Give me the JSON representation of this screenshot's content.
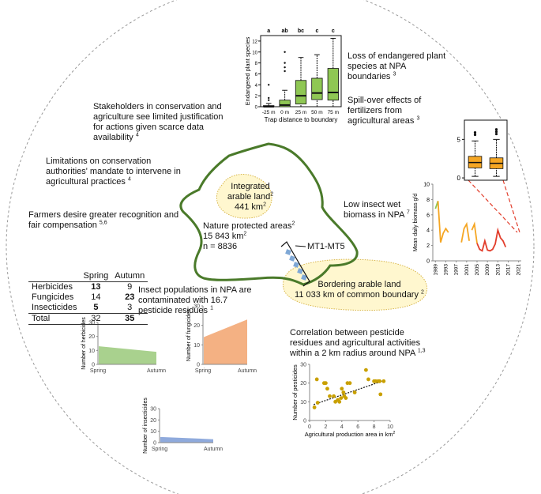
{
  "texts": {
    "loss_endangered": "Loss of endangered plant species at NPA boundaries",
    "loss_endangered_ref": "3",
    "spillover": "Spill-over effects of fertilizers from agricultural areas",
    "spillover_ref": "3",
    "stakeholders": "Stakeholders in conservation and agriculture see limited justification for actions given scarce data availability",
    "stakeholders_ref": "4",
    "limitations": "Limitations on conservation authorities' mandate to intervene in agricultural practices",
    "limitations_ref": "4",
    "farmers": "Farmers desire greater recognition and fair compensation",
    "farmers_ref": "5,6",
    "low_insect": "Low insect wet biomass in NPA",
    "low_insect_ref": "7",
    "insect_pop": "Insect populations in NPA are contaminated with 16.7 pesticide residues",
    "insect_pop_ref": "1",
    "correlation": "Correlation between pesticide residues and agricultural activities within a 2 km radius around NPA",
    "correlation_ref": "1,3"
  },
  "map": {
    "integrated_title": "Integrated arable land",
    "integrated_ref": "2",
    "integrated_area": "441 km",
    "npa_title": "Nature protected areas",
    "npa_ref": "2",
    "npa_area": "15 843 km",
    "npa_n": "n = 8836",
    "transect": "MT1-MT5",
    "bordering_title": "Bordering arable land",
    "bordering_sub": "11 033 km of common boundary",
    "bordering_ref": "2",
    "sq": "2"
  },
  "table": {
    "headers": [
      "",
      "Spring",
      "Autumn"
    ],
    "rows": [
      {
        "label": "Herbicides",
        "spring": "13",
        "autumn": "9",
        "bold_spring": true,
        "bold_autumn": false
      },
      {
        "label": "Fungicides",
        "spring": "14",
        "autumn": "23",
        "bold_spring": false,
        "bold_autumn": true
      },
      {
        "label": "Insecticides",
        "spring": "5",
        "autumn": "3",
        "bold_spring": true,
        "bold_autumn": false
      },
      {
        "label": "Total",
        "spring": "32",
        "autumn": "35",
        "bold_spring": false,
        "bold_autumn": true
      }
    ]
  },
  "colors": {
    "green_outline": "#4a7a2a",
    "green_fill": "#8fc754",
    "orange_box": "#f5a623",
    "dotted_fill": "#f6e27a",
    "red_line": "#e23d2b",
    "herb_area": "#a9d18e",
    "fung_area": "#f4b183",
    "insect_area": "#8faadc",
    "scatter_point": "#c9a000"
  },
  "chart_data": [
    {
      "id": "endangered_boxplot",
      "type": "boxplot",
      "ylabel": "Endangered plant species",
      "xlabel": "Trap distance to boundary",
      "categories": [
        "-25 m",
        "0 m",
        "25 m",
        "50 m",
        "75 m"
      ],
      "letters": [
        "a",
        "ab",
        "bc",
        "c",
        "c"
      ],
      "yticks": [
        0,
        2,
        4,
        6,
        8,
        10,
        12
      ],
      "ylim": [
        0,
        13
      ],
      "boxes": [
        {
          "whislo": 0,
          "q1": 0,
          "med": 0,
          "q3": 0.2,
          "whishi": 0.6,
          "fliers": [
            1.2,
            1.6,
            4.0
          ]
        },
        {
          "whislo": 0,
          "q1": 0,
          "med": 0.3,
          "q3": 1.2,
          "whishi": 3.0,
          "fliers": [
            6.5,
            7.2,
            8.0,
            10.0
          ]
        },
        {
          "whislo": 0,
          "q1": 0.5,
          "med": 2.0,
          "q3": 4.8,
          "whishi": 9.0,
          "fliers": []
        },
        {
          "whislo": 0,
          "q1": 1.3,
          "med": 2.5,
          "q3": 5.2,
          "whishi": 9.5,
          "fliers": []
        },
        {
          "whislo": 0,
          "q1": 1.2,
          "med": 2.6,
          "q3": 7.0,
          "whishi": 12.5,
          "fliers": []
        }
      ]
    },
    {
      "id": "biomass_boxplot",
      "type": "boxplot",
      "yticks": [
        0,
        5
      ],
      "ylim": [
        -0.3,
        7.5
      ],
      "boxes": [
        {
          "whislo": 0.2,
          "q1": 1.3,
          "med": 2.0,
          "q3": 2.8,
          "whishi": 4.8,
          "fliers": [
            5.6,
            5.9
          ]
        },
        {
          "whislo": 0.2,
          "q1": 1.2,
          "med": 1.9,
          "q3": 2.6,
          "whishi": 5.0,
          "fliers": [
            5.7,
            6.0,
            6.3
          ]
        }
      ]
    },
    {
      "id": "biomass_timeseries",
      "type": "line",
      "ylabel": "Mean daily biomass g/d",
      "xticks": [
        1989,
        1993,
        1997,
        2001,
        2005,
        2009,
        2013,
        2017,
        2021
      ],
      "yticks": [
        0,
        2,
        4,
        6,
        8,
        10
      ],
      "xlim": [
        1988,
        2022
      ],
      "ylim": [
        0,
        10
      ],
      "series": [
        {
          "color": "#8fc754",
          "x": [
            1989,
            1990
          ],
          "y": [
            6.8,
            7.8
          ]
        },
        {
          "color": "#f5a623",
          "x": [
            1990,
            1991,
            1992,
            1993,
            1994
          ],
          "y": [
            7.8,
            2.4,
            3.6,
            4.2,
            3.7
          ]
        },
        {
          "color": "#f5a623",
          "x": [
            1999,
            2000,
            2001,
            2002
          ],
          "y": [
            2.4,
            4.2,
            4.8,
            2.6
          ]
        },
        {
          "color": "#f5a623",
          "x": [
            2003,
            2004,
            2005
          ],
          "y": [
            4.0,
            4.8,
            2.3
          ]
        },
        {
          "color": "#e23d2b",
          "x": [
            2005,
            2006,
            2007,
            2008,
            2009,
            2010,
            2011,
            2012,
            2013,
            2014,
            2015,
            2016
          ],
          "y": [
            2.3,
            1.5,
            1.3,
            2.6,
            1.4,
            1.3,
            1.5,
            2.2,
            4.0,
            3.0,
            2.6,
            1.8
          ]
        }
      ]
    },
    {
      "id": "herbicides_area",
      "type": "area",
      "ylabel": "Number of herbicides",
      "categories": [
        "Spring",
        "Autumn"
      ],
      "values": [
        13,
        9
      ],
      "yticks": [
        0,
        10,
        20,
        30
      ],
      "ylim": [
        0,
        30
      ]
    },
    {
      "id": "fungicides_area",
      "type": "area",
      "ylabel": "Number of fungicides",
      "categories": [
        "Spring",
        "Autumn"
      ],
      "values": [
        14,
        23
      ],
      "yticks": [
        0,
        10,
        20,
        30
      ],
      "ylim": [
        0,
        30
      ]
    },
    {
      "id": "insecticides_area",
      "type": "area",
      "ylabel": "Number of insecticides",
      "categories": [
        "Spring",
        "Autumn"
      ],
      "values": [
        5,
        3
      ],
      "yticks": [
        0,
        10,
        20,
        30
      ],
      "ylim": [
        0,
        30
      ]
    },
    {
      "id": "pesticides_scatter",
      "type": "scatter",
      "ylabel": "Number of pesticides",
      "xlabel": "Agricultural production area in km",
      "xlabel_sup": "2",
      "xticks": [
        0,
        2,
        4,
        6,
        8,
        10
      ],
      "yticks": [
        0,
        10,
        20,
        30
      ],
      "xlim": [
        0,
        10
      ],
      "ylim": [
        0,
        30
      ],
      "trend": [
        [
          0.5,
          8.5
        ],
        [
          9.0,
          21.0
        ]
      ],
      "points": [
        [
          0.6,
          7
        ],
        [
          1.0,
          9.5
        ],
        [
          0.9,
          22
        ],
        [
          1.8,
          20
        ],
        [
          2.0,
          20
        ],
        [
          2.2,
          17
        ],
        [
          2.5,
          13
        ],
        [
          3.0,
          13
        ],
        [
          3.2,
          10
        ],
        [
          3.5,
          11
        ],
        [
          3.7,
          10
        ],
        [
          3.9,
          12
        ],
        [
          4.0,
          17
        ],
        [
          4.2,
          15
        ],
        [
          4.3,
          13
        ],
        [
          4.5,
          12
        ],
        [
          4.7,
          20
        ],
        [
          5.0,
          20
        ],
        [
          5.6,
          15
        ],
        [
          7.0,
          27
        ],
        [
          7.3,
          22
        ],
        [
          8.0,
          21
        ],
        [
          8.2,
          21
        ],
        [
          8.5,
          21
        ],
        [
          8.7,
          21
        ],
        [
          8.8,
          14
        ],
        [
          9.2,
          21
        ]
      ]
    }
  ]
}
